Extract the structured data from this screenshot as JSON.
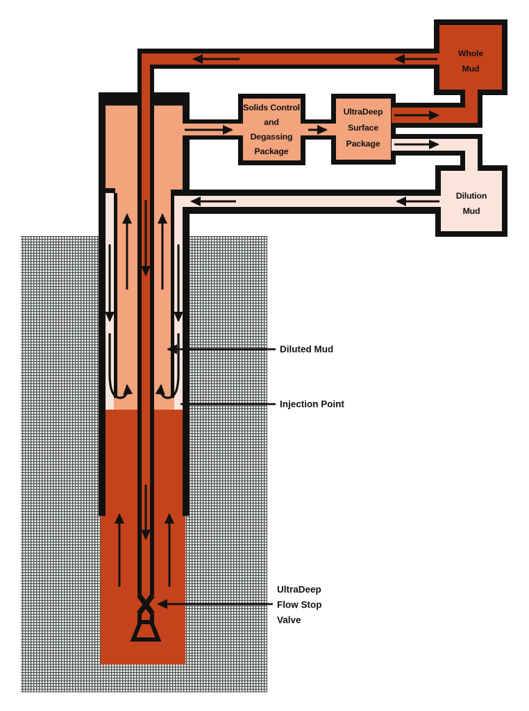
{
  "colors": {
    "whole_mud": "#c5431c",
    "diluted_mud": "#f3a47d",
    "dilution_mud": "#fae4db",
    "ink": "#111111"
  },
  "tanks": {
    "whole_mud": {
      "line1": "Whole",
      "line2": "Mud"
    },
    "dilution_mud": {
      "line1": "Dilution",
      "line2": "Mud"
    }
  },
  "packages": {
    "solids_control": {
      "line1": "Solids Control",
      "line2": "and",
      "line3": "Degassing",
      "line4": "Package"
    },
    "surface": {
      "line1": "UltraDeep",
      "line2": "Surface",
      "line3": "Package"
    }
  },
  "callouts": {
    "diluted_mud": "Diluted Mud",
    "injection_point": "Injection Point",
    "valve_line1": "UltraDeep",
    "valve_line2": "Flow Stop",
    "valve_line3": "Valve"
  }
}
